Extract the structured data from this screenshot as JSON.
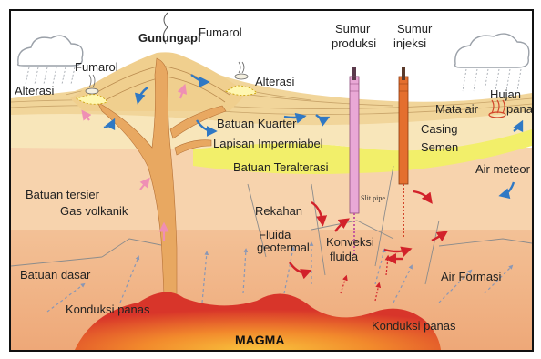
{
  "labels": {
    "volcano": "Gunungapi",
    "fumarol_left": "Fumarol",
    "fumarol_right": "Fumarol",
    "alterasi_left": "Alterasi",
    "alterasi_right": "Alterasi",
    "production_well": [
      "Sumur",
      "produksi"
    ],
    "injection_well": [
      "Sumur",
      "injeksi"
    ],
    "hujan": "Hujan",
    "mata_air_panas": "Mata air",
    "panas": "panas",
    "casing": "Casing",
    "semen": "Semen",
    "batuan_kuarter": "Batuan Kuarter",
    "lapisan_impermiabel": "Lapisan Impermiabel",
    "batuan_teralterasi": "Batuan Teralterasi",
    "air_meteor": "Air meteor",
    "batuan_tersier": "Batuan tersier",
    "gas_volkanik": "Gas volkanik",
    "rekahan": "Rekahan",
    "slit_pipe": "Slit pipe",
    "fluida_geotermal": [
      "Fluida",
      "geotermal"
    ],
    "konveksi_fluida": [
      "Konveksi",
      "fluida"
    ],
    "air_formasi": "Air Formasi",
    "batuan_dasar": "Batuan dasar",
    "konduksi_panas_left": "Konduksi panas",
    "konduksi_panas_right": "Konduksi panas",
    "magma": "MAGMA"
  },
  "colors": {
    "sky": "#ffffff",
    "quaternary": "#f3d9a0",
    "impermeable": "#f7e3b3",
    "altered": "#f2ef6a",
    "tertiary": "#f6c99e",
    "basement": "#efb583",
    "magma": "#e2452a",
    "magma_glow": "#f6a13a",
    "conduit": "#e8a861",
    "arrow_blue": "#2f78c4",
    "arrow_red": "#d2222a",
    "arrow_pink": "#ef8fb4",
    "well_prod": "#e9a8d6",
    "well_inj": "#e46f2e"
  }
}
